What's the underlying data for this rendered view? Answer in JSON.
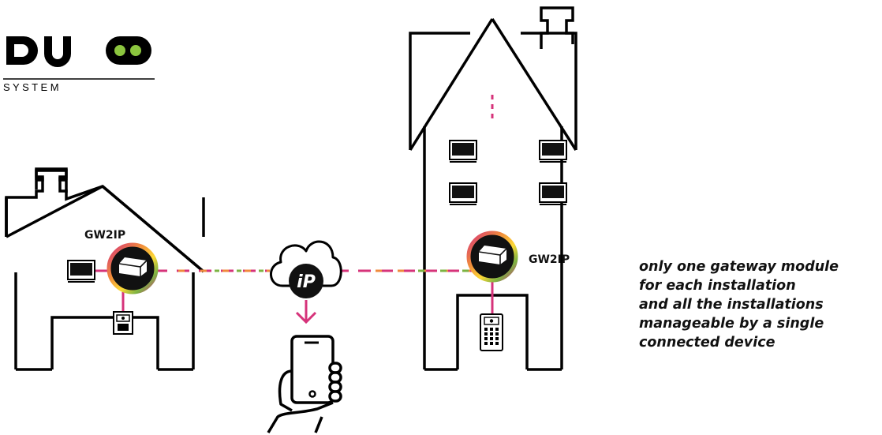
{
  "logo": {
    "word": "DUO",
    "sub": "S Y S T E M",
    "accent_color": "#8cc63f"
  },
  "gateway_label_left": "GW2IP",
  "gateway_label_right": "GW2IP",
  "cloud_label": "iP",
  "caption_lines": [
    "only one gateway module",
    "for each installation",
    "and all the installations",
    "manageable by a single",
    "connected device"
  ],
  "colors": {
    "line_pink": "#d6337a",
    "line_green": "#7cb342",
    "line_orange": "#f08a3c",
    "arrow": "#d6337a"
  }
}
